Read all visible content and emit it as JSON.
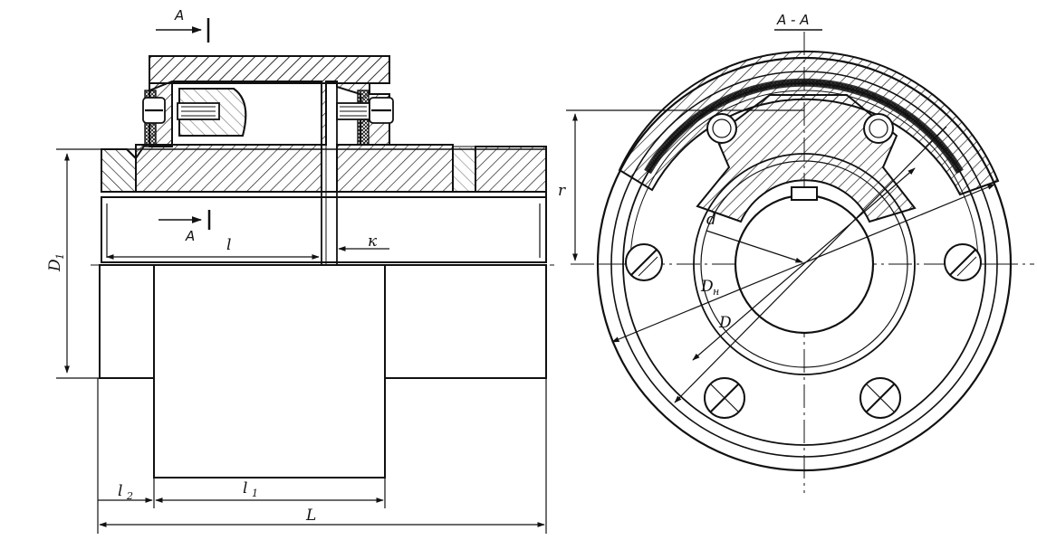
{
  "labels": {
    "section_arrow_top": "A",
    "section_arrow_mid": "A",
    "section_title": "A - A",
    "dim_l": "l",
    "dim_k": "к",
    "dim_D1": "D",
    "dim_D1_sub": "1",
    "dim_l2": "l",
    "dim_l2_sub": "2",
    "dim_l1": "l",
    "dim_l1_sub": "1",
    "dim_L": "L",
    "dim_r": "r",
    "dim_d": "d",
    "dim_Dn": "D",
    "dim_Dn_sub": "н",
    "dim_D": "D"
  }
}
